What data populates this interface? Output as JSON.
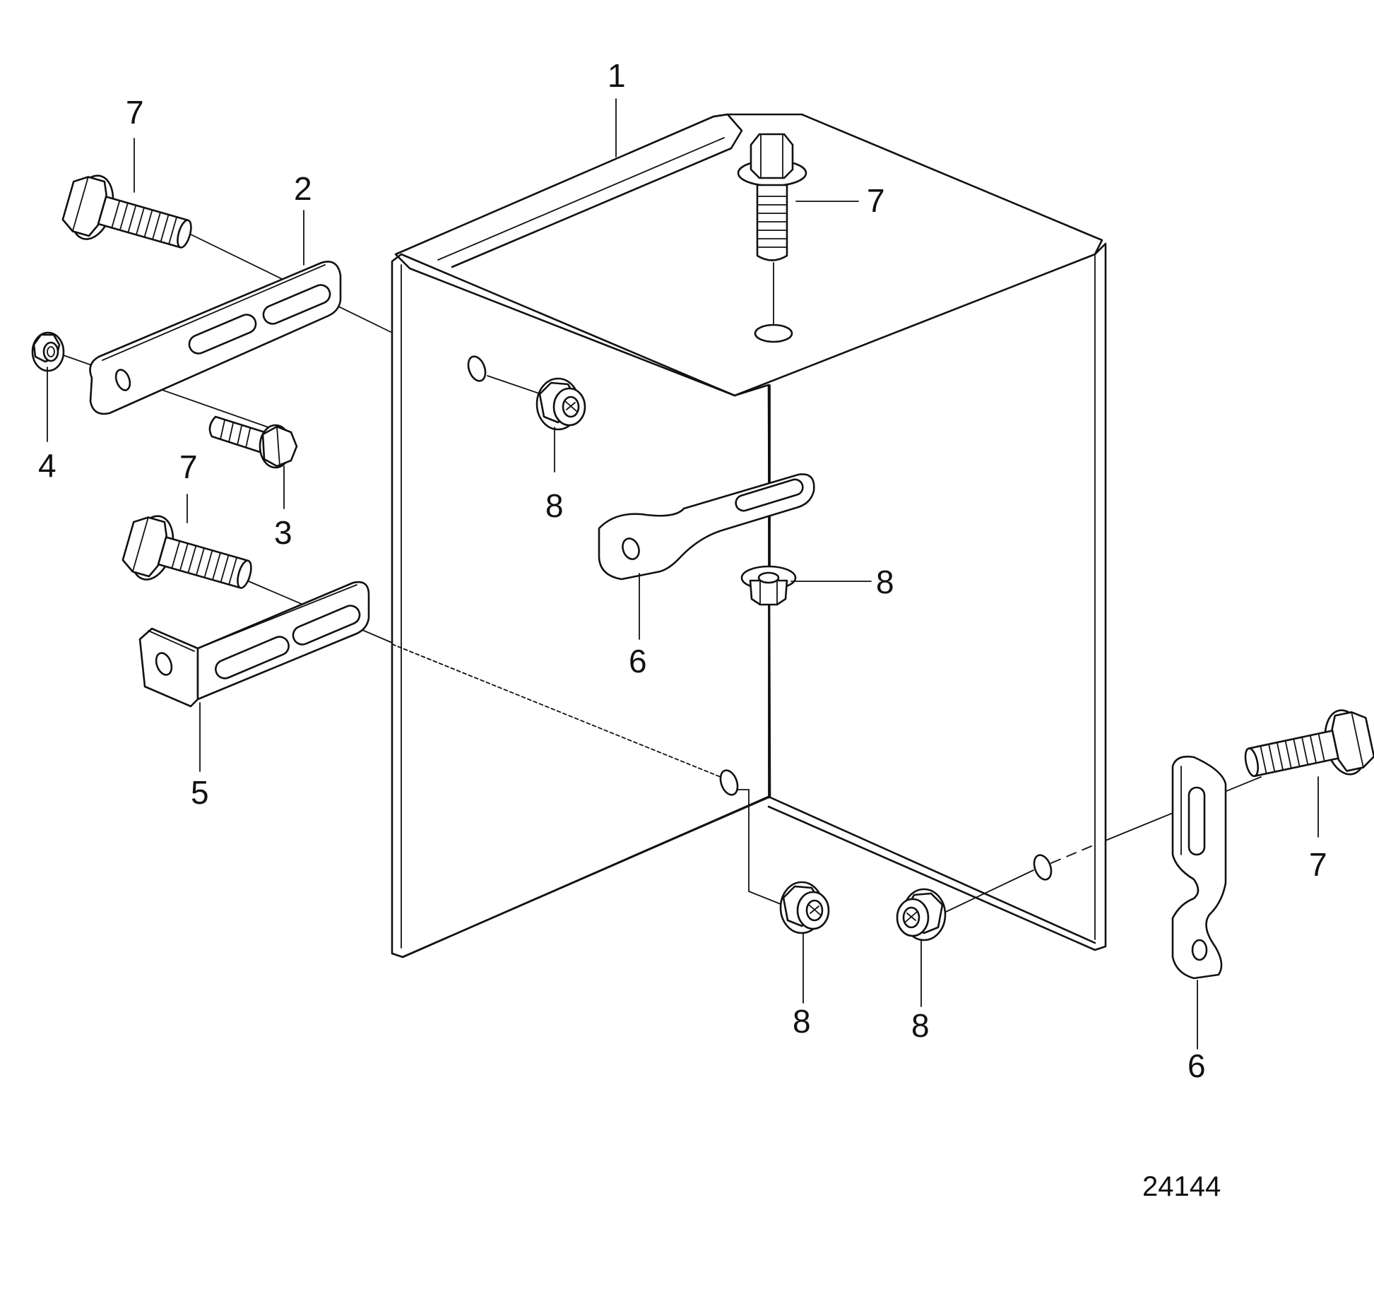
{
  "drawing": {
    "reference_number": "24144",
    "colors": {
      "line": "#111111",
      "background": "#ffffff"
    }
  },
  "callouts": [
    {
      "id": "c-1",
      "label": "1"
    },
    {
      "id": "c-2",
      "label": "2"
    },
    {
      "id": "c-3",
      "label": "3"
    },
    {
      "id": "c-4",
      "label": "4"
    },
    {
      "id": "c-5",
      "label": "5"
    },
    {
      "id": "c-6a",
      "label": "6"
    },
    {
      "id": "c-6b",
      "label": "6"
    },
    {
      "id": "c-7a",
      "label": "7"
    },
    {
      "id": "c-7b",
      "label": "7"
    },
    {
      "id": "c-7c",
      "label": "7"
    },
    {
      "id": "c-7d",
      "label": "7"
    },
    {
      "id": "c-8a",
      "label": "8"
    },
    {
      "id": "c-8b",
      "label": "8"
    },
    {
      "id": "c-8c",
      "label": "8"
    },
    {
      "id": "c-8d",
      "label": "8"
    }
  ]
}
